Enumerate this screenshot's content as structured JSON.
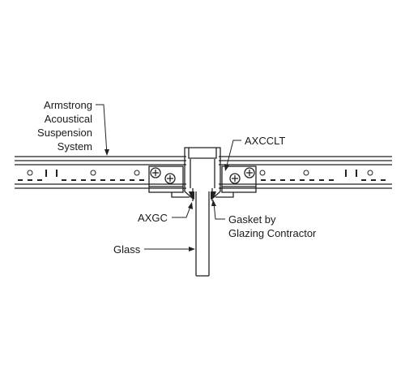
{
  "labels": {
    "suspension": [
      "Armstrong",
      "Acoustical",
      "Suspension",
      "System"
    ],
    "axcclt": "AXCCLT",
    "axgc": "AXGC",
    "gasket": [
      "Gasket by",
      "Glazing Contractor"
    ],
    "glass": "Glass"
  }
}
